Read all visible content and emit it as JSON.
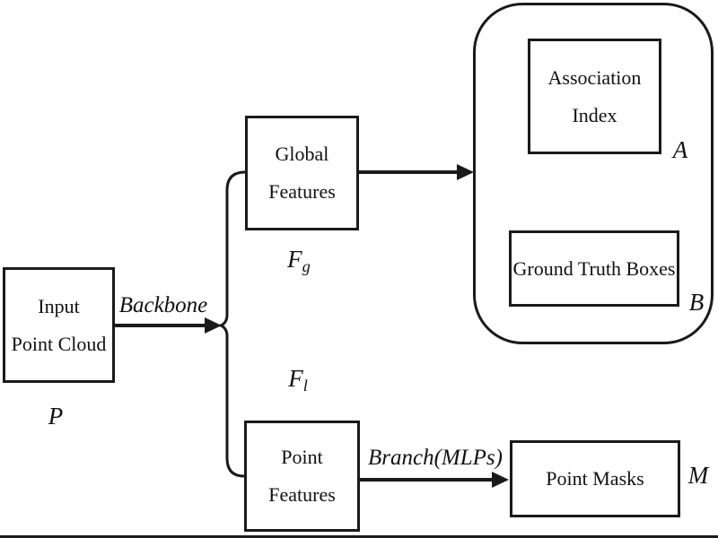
{
  "diagram": {
    "description": "Flow diagram of a point-cloud network: backbone splits input into global and point features feeding association/ground-truth outputs and point masks",
    "colors": {
      "background": "#ffffff",
      "line": "#1a1a1a",
      "text": "#111111"
    },
    "nodes": {
      "input_point_cloud": {
        "text": "Input\nPoint Cloud"
      },
      "global_features": {
        "text": "Global\nFeatures"
      },
      "point_features": {
        "text": "Point\nFeatures"
      },
      "association_index": {
        "text": "Association\nIndex"
      },
      "ground_truth_boxes": {
        "text": "Ground Truth Boxes"
      },
      "point_masks": {
        "text": "Point Masks"
      }
    },
    "symbols": {
      "p": {
        "base": "P",
        "sub": ""
      },
      "fg": {
        "base": "F",
        "sub": "g"
      },
      "fl": {
        "base": "F",
        "sub": "l"
      },
      "a": {
        "base": "A",
        "sub": ""
      },
      "b": {
        "base": "B",
        "sub": ""
      },
      "m": {
        "base": "M",
        "sub": ""
      }
    },
    "edges": {
      "backbone_label": "Backbone",
      "branch_label": "Branch(MLPs)"
    }
  }
}
